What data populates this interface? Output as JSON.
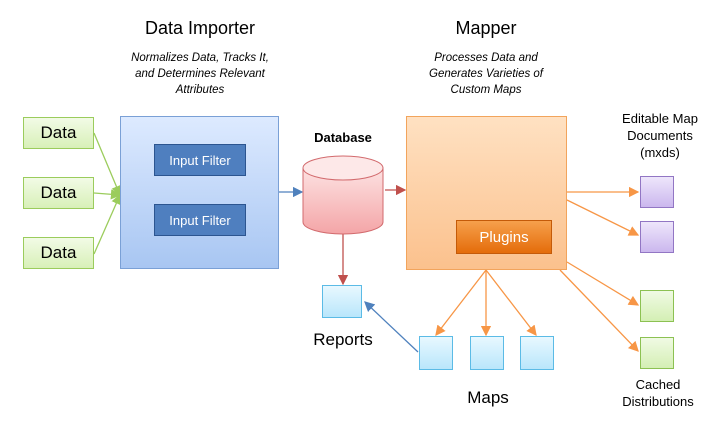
{
  "importer": {
    "title": "Data Importer",
    "subtitle": [
      "Normalizes Data, Tracks It,",
      "and Determines Relevant",
      "Attributes"
    ],
    "filters": [
      "Input Filter",
      "Input Filter"
    ]
  },
  "inputs": [
    "Data",
    "Data",
    "Data"
  ],
  "database": {
    "label": "Database"
  },
  "mapper": {
    "title": "Mapper",
    "subtitle": [
      "Processes Data and",
      "Generates Varieties of",
      "Custom Maps"
    ],
    "plugins_label": "Plugins"
  },
  "outputs": {
    "editable": [
      "Editable Map",
      "Documents",
      "(mxds)"
    ],
    "cached": [
      "Cached",
      "Distributions"
    ],
    "maps": "Maps",
    "reports": "Reports"
  },
  "colors": {
    "green_arrow": "#9bcc5c",
    "blue_arrow": "#4f81bd",
    "red_arrow": "#c0504d",
    "orange_arrow": "#f79646"
  }
}
